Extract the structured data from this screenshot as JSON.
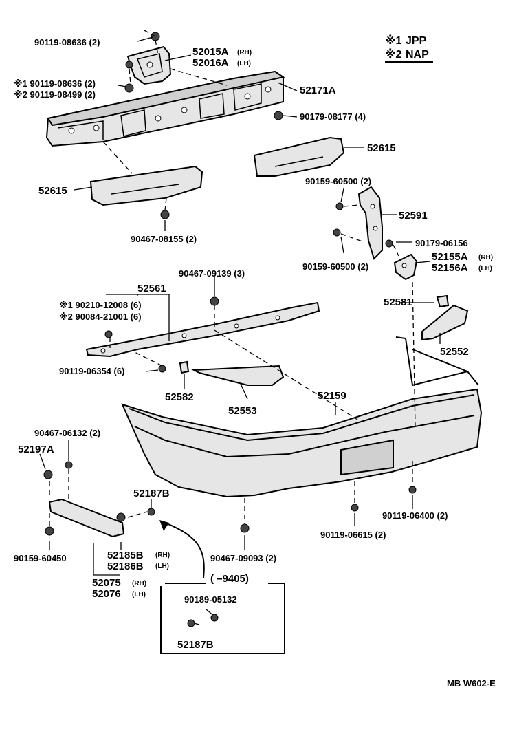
{
  "legend": {
    "row1_mark": "※1",
    "row1_text": "JPP",
    "row2_mark": "※2",
    "row2_text": "NAP"
  },
  "labels": {
    "p90119_08636_top": "90119-08636 (2)",
    "p52015A": "52015A",
    "p52015A_side": "(RH)",
    "p52016A": "52016A",
    "p52016A_side": "(LH)",
    "p90119_08636_alt": "※1 90119-08636 (2)",
    "p90119_08499": "※2 90119-08499 (2)",
    "p52171A": "52171A",
    "p90179_08177": "90179-08177 (4)",
    "p52615_right": "52615",
    "p52615_left": "52615",
    "p90159_60500_top": "90159-60500 (2)",
    "p52591": "52591",
    "p90467_08155": "90467-08155 (2)",
    "p90179_06156": "90179-06156",
    "p52155A": "52155A",
    "p52155A_side": "(RH)",
    "p52156A": "52156A",
    "p52156A_side": "(LH)",
    "p90159_60500_bot": "90159-60500 (2)",
    "p52561": "52561",
    "p90467_09139": "90467-09139 (3)",
    "p90210_12008": "※1 90210-12008 (6)",
    "p90084_21001": "※2 90084-21001 (6)",
    "p52581": "52581",
    "p52552": "52552",
    "p90119_06354": "90119-06354 (6)",
    "p52582": "52582",
    "p52553": "52553",
    "p52159": "52159",
    "p90467_06132": "90467-06132 (2)",
    "p52197A": "52197A",
    "p52187B_top": "52187B",
    "p90159_60450": "90159-60450",
    "p52185B": "52185B",
    "p52185B_side": "(RH)",
    "p52186B": "52186B",
    "p52186B_side": "(LH)",
    "p52075": "52075",
    "p52075_side": "(RH)",
    "p52076": "52076",
    "p52076_side": "(LH)",
    "p90467_09093": "90467-09093 (2)",
    "p90119_06615": "90119-06615 (2)",
    "p90119_06400": "90119-06400 (2)",
    "inset_range": "(      –9405)",
    "p90189_05132": "90189-05132",
    "p52187B_inset": "52187B"
  },
  "footer": {
    "code": "MB  W602-E"
  }
}
